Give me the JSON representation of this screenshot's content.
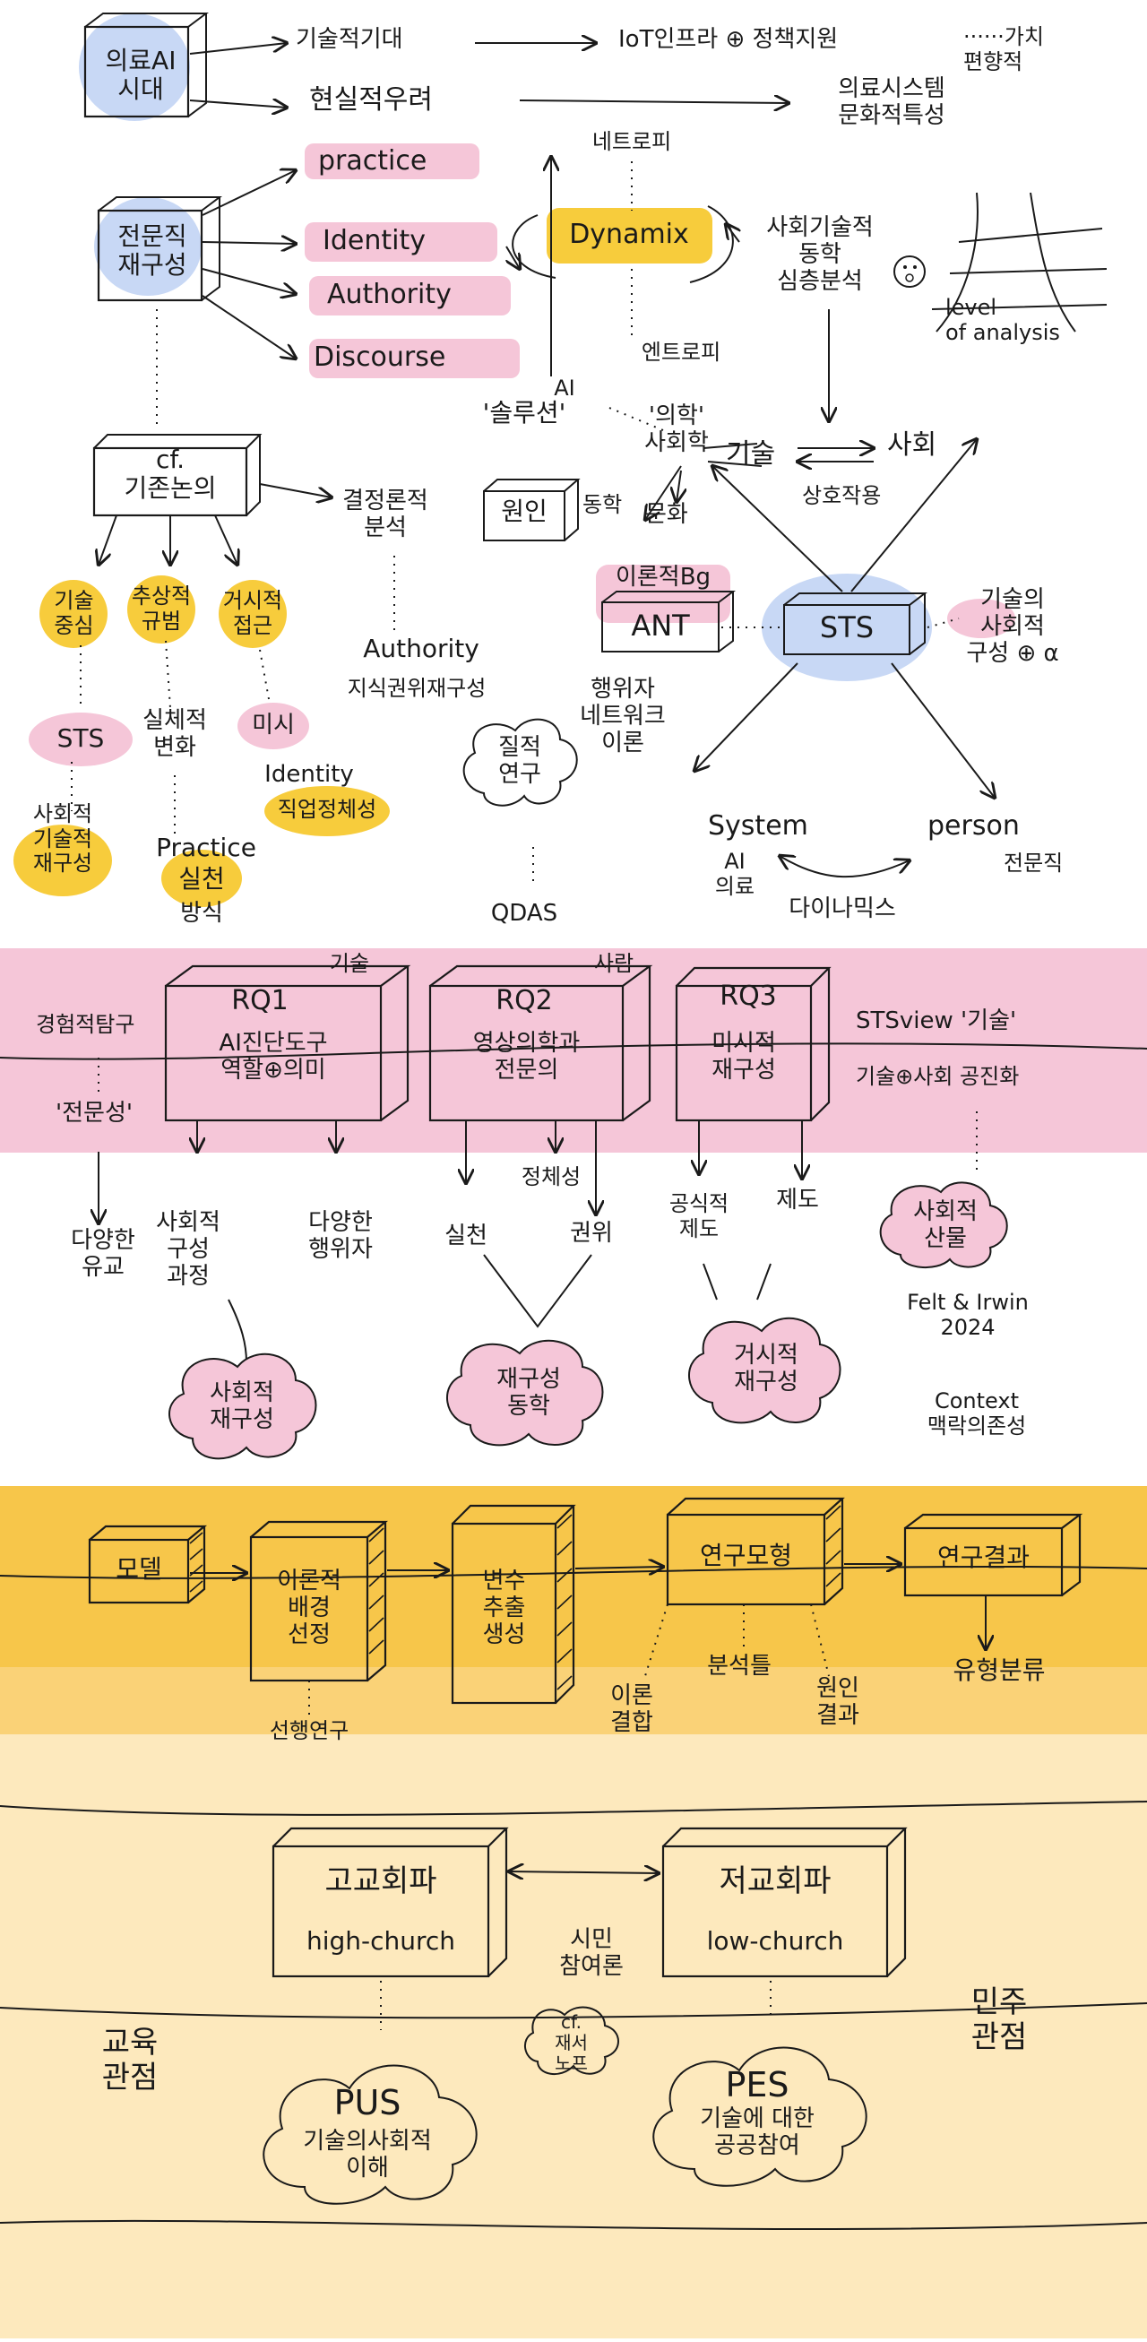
{
  "colors": {
    "pink": "#f5c6d8",
    "yellow": "#f7cc3c",
    "blue": "#c8d8f5",
    "band_orange": "#f7c64a",
    "band_cream": "#fde9bd",
    "ink": "#1a1a1a"
  },
  "top": {
    "era_box": "의료AI\n시대",
    "expectation": "기술적기대",
    "iot": "IoT인프라 ⊕ 정책지원",
    "value": "······가치\n편향적",
    "concern": "현실적우려",
    "med_system": "의료시스템\n문화적특성",
    "prof_box": "전문직\n재구성",
    "practice": "practice",
    "identity": "Identity",
    "authority": "Authority",
    "discourse": "Discourse",
    "negentropy": "네트로피",
    "dynamix": "Dynamix",
    "entropy": "엔트로피",
    "socio_dyn": "사회기술적\n동학\n심층분석",
    "level": "level\nof analysis",
    "ai_solution_top": "AI",
    "ai_solution": "'솔루션'",
    "cause": "원인",
    "med_sociology": "'의학'\n사회학",
    "dynamics": "동학",
    "culture": "문화",
    "tech": "기술",
    "society": "사회",
    "interaction": "상호작용"
  },
  "left": {
    "cf_box": "cf.\n기존논의",
    "tech_center": "기술\n중심",
    "abstract": "추상적\n규범",
    "macro": "거시적\n접근",
    "decision": "결정론적\n분석",
    "authority": "Authority",
    "knowledge_auth": "지식권위재구성",
    "sts": "STS",
    "social_tech": "사회적\n기술적\n재구성",
    "real_change": "실체적\n변화",
    "micro": "미시",
    "identity": "Identity",
    "collective": "직업정체성",
    "practice": "Practice",
    "practice_kr": "실천",
    "method": "방식",
    "qual": "질적\n연구",
    "qdas": "QDAS"
  },
  "sts": {
    "theory_bg": "이론적Bg",
    "ant": "ANT",
    "ant_desc": "행위자\n네트워크\n이론",
    "sts": "STS",
    "sts_desc": "기술의\n사회적\n구성 ⊕ α",
    "system": "System",
    "ai_med": "AI\n의료",
    "person": "person",
    "prof": "전문직",
    "dynamics": "다이나믹스"
  },
  "rq": {
    "empirical": "경험적탐구",
    "expertise": "'전문성'",
    "rq1": "RQ1",
    "rq1_tag": "기술",
    "rq1_desc": "AI진단도구\n역할⊕의미",
    "rq2": "RQ2",
    "rq2_tag": "사람",
    "rq2_desc": "영상의학과\n전문의",
    "rq3": "RQ3",
    "rq3_desc": "미시적\n재구성",
    "sts_view": "STSview '기술'",
    "coevolution": "기술⊕사회 공진화",
    "diverse_types": "다양한\n유교",
    "social_process": "사회적\n구성\n과정",
    "actors": "다양한\n행위자",
    "social_recon": "사회적\n재구성",
    "practice": "실천",
    "identity": "정체성",
    "authority": "권위",
    "recon_dyn": "재구성\n동학",
    "formal_inst": "공식적\n제도",
    "system": "제도",
    "macro_recon": "거시적\n재구성",
    "social_product": "사회적\n산물",
    "felt": "Felt & Irwin\n2024",
    "context": "Context\n맥락의존성"
  },
  "method": {
    "model": "모델",
    "theory_bg": "이론적\n배경\n선정",
    "variables": "변수\n추출\n생성",
    "research_model": "연구모형",
    "result": "연구결과",
    "prior": "선행연구",
    "theory": "이론\n결합",
    "analysis_tool": "분석틀",
    "cause_result": "원인\n결과",
    "typology": "유형분류"
  },
  "bottom": {
    "high_title": "고교회파",
    "high_en": "high-church",
    "low_title": "저교회파",
    "low_en": "low-church",
    "civic": "시민\n참여론",
    "cf": "cf.\n재서\n노프",
    "edu": "교육\n관점",
    "demo": "민주\n관점",
    "pus": "PUS",
    "pus_desc": "기술의사회적\n이해",
    "pes": "PES",
    "pes_desc": "기술에 대한\n공공참여"
  }
}
